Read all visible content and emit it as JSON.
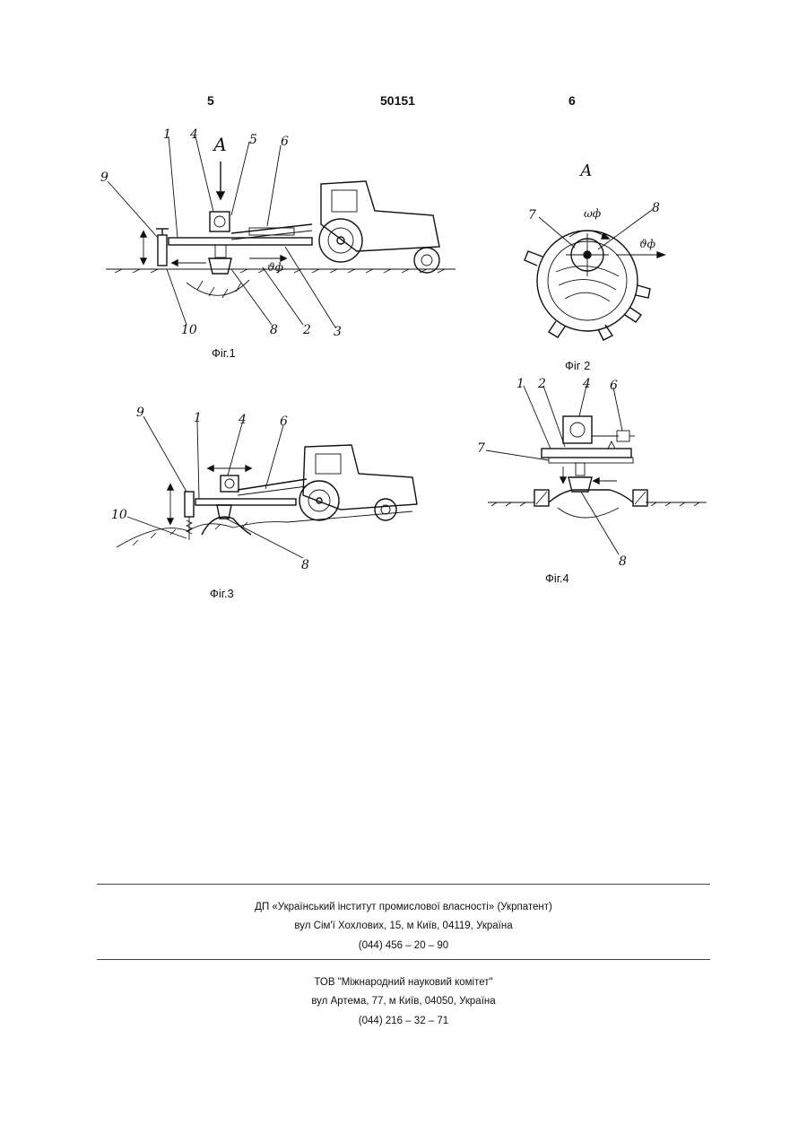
{
  "header": {
    "left_page": "5",
    "doc_number": "50151",
    "right_page": "6"
  },
  "figures": {
    "fig1": {
      "caption": "Фіг.1",
      "labels": [
        "1",
        "4",
        "5",
        "6",
        "9",
        "10",
        "8",
        "2",
        "3"
      ],
      "view_label": "А",
      "velocity": "ϑф"
    },
    "fig2": {
      "caption": "Фіг 2",
      "title": "А",
      "labels": [
        "7",
        "8"
      ],
      "omega": "ωф",
      "velocity": "ϑф"
    },
    "fig3": {
      "caption": "Фіг.3",
      "labels": [
        "9",
        "1",
        "4",
        "6",
        "10",
        "8"
      ]
    },
    "fig4": {
      "caption": "Фіг.4",
      "labels": [
        "1",
        "2",
        "4",
        "6",
        "7",
        "8"
      ]
    }
  },
  "footer": {
    "org1": {
      "name": "ДП «Український інститут промислової власності» (Укрпатент)",
      "address": "вул  Сім'ї Хохлових, 15, м  Київ, 04119, Україна",
      "phone": "(044) 456 – 20 –  90"
    },
    "org2": {
      "name": "ТОВ \"Міжнародний науковий комітет\"",
      "address": "вул  Артема, 77, м  Київ, 04050, Україна",
      "phone": "(044) 216 – 32 – 71"
    }
  }
}
